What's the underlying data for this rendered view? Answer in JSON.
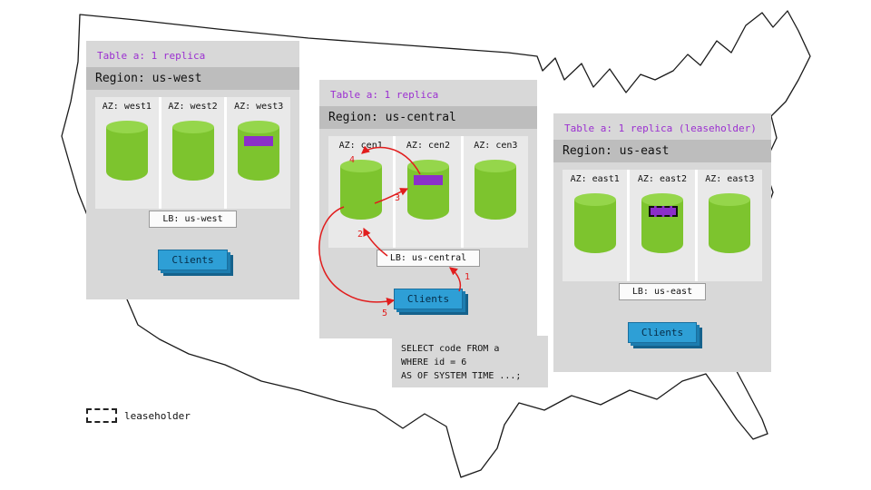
{
  "regions": [
    {
      "id": "us-west",
      "table_label": "Table a: 1 replica",
      "region_label": "Region: us-west",
      "azs": [
        {
          "label": "AZ: west1",
          "replica": false
        },
        {
          "label": "AZ: west2",
          "replica": false
        },
        {
          "label": "AZ: west3",
          "replica": true,
          "leaseholder": false
        }
      ],
      "lb_label": "LB: us-west",
      "clients_label": "Clients"
    },
    {
      "id": "us-central",
      "table_label": "Table a: 1 replica",
      "region_label": "Region: us-central",
      "azs": [
        {
          "label": "AZ: cen1",
          "replica": false
        },
        {
          "label": "AZ: cen2",
          "replica": true,
          "leaseholder": false
        },
        {
          "label": "AZ: cen3",
          "replica": false
        }
      ],
      "lb_label": "LB: us-central",
      "clients_label": "Clients",
      "sql_lines": [
        "SELECT code FROM a",
        "WHERE id = 6",
        "AS OF SYSTEM TIME ...;"
      ]
    },
    {
      "id": "us-east",
      "table_label": "Table a: 1 replica (leaseholder)",
      "region_label": "Region: us-east",
      "azs": [
        {
          "label": "AZ: east1",
          "replica": false
        },
        {
          "label": "AZ: east2",
          "replica": true,
          "leaseholder": true
        },
        {
          "label": "AZ: east3",
          "replica": false
        }
      ],
      "lb_label": "LB: us-east",
      "clients_label": "Clients"
    }
  ],
  "flow_steps": [
    "1",
    "2",
    "3",
    "4",
    "5"
  ],
  "legend": {
    "label": "leaseholder"
  },
  "colors": {
    "panel": "#d8d8d8",
    "region_band": "#bdbdbd",
    "cylinder": "#7dc42e",
    "replica": "#8b2fc9",
    "clients": "#2e9fd6",
    "arrow": "#e11d1d",
    "table_label": "#9b30d0"
  }
}
